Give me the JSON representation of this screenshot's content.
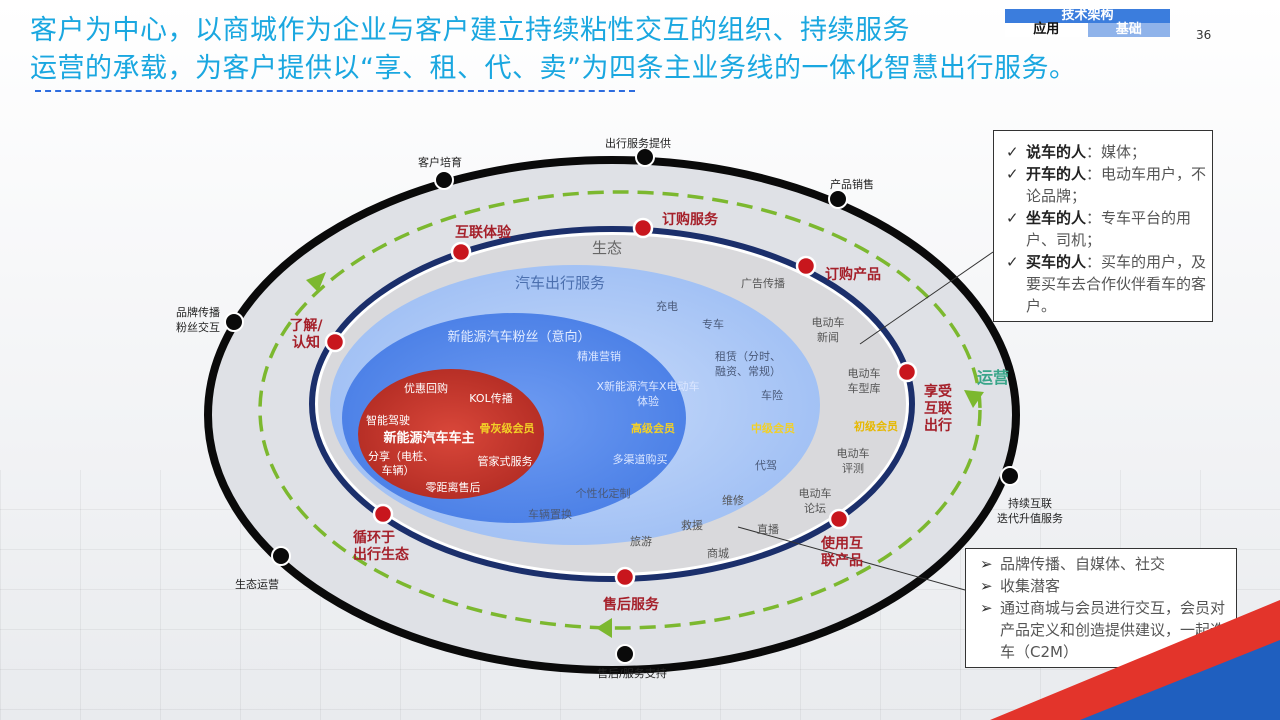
{
  "header": {
    "title_line1": "客户为中心，以商城作为企业与客户建立持续粘性交互的组织、持续服务",
    "title_line2": "运营的承载，为客户提供以“享、租、代、卖”为四条主业务线的一体化智慧出行服务。",
    "tech_title": "技术架构",
    "tech_tabs": [
      "应用",
      "基础"
    ],
    "page_number": "36"
  },
  "outer_ring_labels": {
    "service_provide": "出行服务提供",
    "customer_cultivate": "客户培育",
    "product_sales": "产品销售",
    "brand_spread_1": "品牌传播",
    "brand_spread_2": "粉丝交互",
    "continuous_1": "持续互联",
    "continuous_2": "迭代升值服务",
    "eco_operation": "生态运营",
    "aftersales_support": "售后/服务支持"
  },
  "red_labels": {
    "internet_experience": "互联体验",
    "order_service": "订购服务",
    "order_product": "订购产品",
    "understand_1": "了解/",
    "understand_2": "认知",
    "enjoy_1": "享受",
    "enjoy_2": "互联",
    "enjoy_3": "出行",
    "cycle_1": "循环于",
    "cycle_2": "出行生态",
    "use_1": "使用互",
    "use_2": "联产品",
    "aftersales": "售后服务"
  },
  "ecosystem": {
    "label": "生态",
    "operation": "运营",
    "items": {
      "ad": "广告传播",
      "news_1": "电动车",
      "news_2": "新闻",
      "models_1": "电动车",
      "models_2": "车型库",
      "review_1": "电动车",
      "review_2": "评测",
      "forum_1": "电动车",
      "forum_2": "论坛",
      "live": "直播",
      "mall": "商城",
      "rescue": "救援",
      "travel": "旅游",
      "repair": "维修",
      "basic_member": "初级会员"
    }
  },
  "travel_service": {
    "label": "汽车出行服务",
    "items": {
      "charging": "充电",
      "private_car": "专车",
      "lease_1": "租赁（分时、",
      "lease_2": "融资、常规）",
      "insurance": "车险",
      "chauffeur": "代驾",
      "mid_member": "中级会员",
      "replacement": "车辆置换",
      "customization": "个性化定制"
    }
  },
  "fans": {
    "label": "新能源汽车粉丝（意向）",
    "items": {
      "precision": "精准营销",
      "x_exp_1": "X新能源汽车X电动车",
      "x_exp_2": "体验",
      "senior_member": "高级会员",
      "multi_channel": "多渠道购买"
    }
  },
  "owners": {
    "label": "新能源汽车车主",
    "items": {
      "coupon": "优惠回购",
      "kol": "KOL传播",
      "smart_drive": "智能驾驶",
      "bone_member": "骨灰级会员",
      "share_1": "分享（电桩、",
      "share_2": "车辆）",
      "butler": "管家式服务",
      "last_mile": "零距离售后"
    }
  },
  "info_top": [
    {
      "bold": "说车的人",
      "rest": "：媒体；"
    },
    {
      "bold": "开车的人",
      "rest": "：电动车用户，不论品牌；"
    },
    {
      "bold": "坐车的人",
      "rest": "：专车平台的用户、司机；"
    },
    {
      "bold": "买车的人",
      "rest": "：买车的用户，及要买车去合作伙伴看车的客户。"
    }
  ],
  "info_bottom": [
    "品牌传播、自媒体、社交",
    "收集潜客",
    "通过商城与会员进行交互，会员对产品定义和创造提供建议，一起造车（C2M）"
  ],
  "colors": {
    "title": "#1aa7e0",
    "ring_dark": "#0a0a0a",
    "ring_navy": "#1b2f6b",
    "red_text": "#a5202a",
    "red_dot": "#c8161d",
    "dash_green": "#7cb82f",
    "ellipse_light": "#a9c7f7",
    "ellipse_mid": "#5b8def",
    "ellipse_core": "#c0392b",
    "gold": "#f2d027"
  }
}
